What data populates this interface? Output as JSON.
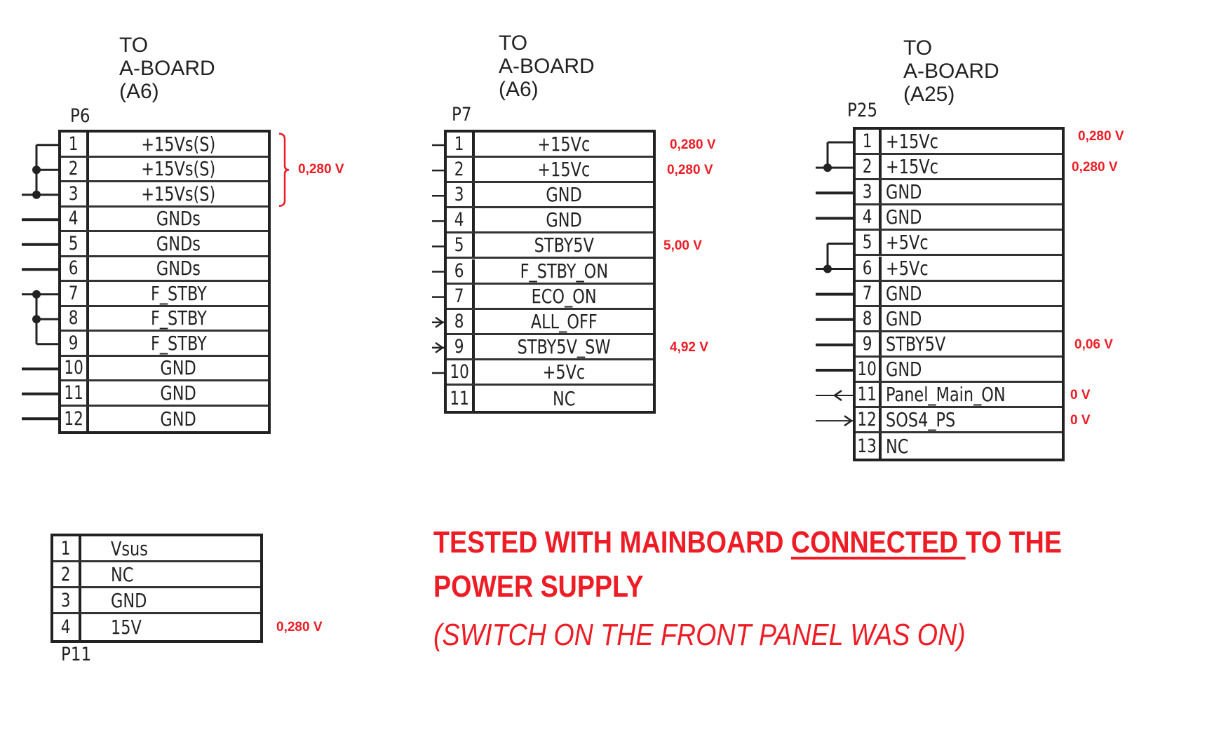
{
  "connectors": [
    {
      "id": "P6",
      "title": [
        "TO",
        "A-BOARD",
        "(A6)"
      ],
      "pins": [
        {
          "num": "1",
          "name": "+15Vs(S)"
        },
        {
          "num": "2",
          "name": "+15Vs(S)"
        },
        {
          "num": "3",
          "name": "+15Vs(S)"
        },
        {
          "num": "4",
          "name": "GNDs"
        },
        {
          "num": "5",
          "name": "GNDs"
        },
        {
          "num": "6",
          "name": "GNDs"
        },
        {
          "num": "7",
          "name": "F_STBY"
        },
        {
          "num": "8",
          "name": "F_STBY"
        },
        {
          "num": "9",
          "name": "F_STBY"
        },
        {
          "num": "10",
          "name": "GND"
        },
        {
          "num": "11",
          "name": "GND"
        },
        {
          "num": "12",
          "name": "GND"
        }
      ],
      "group_voltage": "0,280 V"
    },
    {
      "id": "P7",
      "title": [
        "TO",
        "A-BOARD",
        "(A6)"
      ],
      "pins": [
        {
          "num": "1",
          "name": "+15Vc",
          "voltage": "0,280 V"
        },
        {
          "num": "2",
          "name": "+15Vc",
          "voltage": "0,280 V"
        },
        {
          "num": "3",
          "name": "GND"
        },
        {
          "num": "4",
          "name": "GND"
        },
        {
          "num": "5",
          "name": "STBY5V",
          "voltage": "5,00 V"
        },
        {
          "num": "6",
          "name": "F_STBY_ON"
        },
        {
          "num": "7",
          "name": "ECO_ON"
        },
        {
          "num": "8",
          "name": "ALL_OFF"
        },
        {
          "num": "9",
          "name": "STBY5V_SW",
          "voltage": "4,92 V"
        },
        {
          "num": "10",
          "name": "+5Vc"
        },
        {
          "num": "11",
          "name": "NC"
        }
      ]
    },
    {
      "id": "P25",
      "title": [
        "TO",
        "A-BOARD",
        "(A25)"
      ],
      "pins": [
        {
          "num": "1",
          "name": "+15Vc",
          "voltage": "0,280 V"
        },
        {
          "num": "2",
          "name": "+15Vc",
          "voltage": "0,280 V"
        },
        {
          "num": "3",
          "name": "GND"
        },
        {
          "num": "4",
          "name": "GND"
        },
        {
          "num": "5",
          "name": "+5Vc"
        },
        {
          "num": "6",
          "name": "+5Vc"
        },
        {
          "num": "7",
          "name": "GND"
        },
        {
          "num": "8",
          "name": "GND"
        },
        {
          "num": "9",
          "name": "STBY5V",
          "voltage": "0,06 V"
        },
        {
          "num": "10",
          "name": "GND"
        },
        {
          "num": "11",
          "name": "Panel_Main_ON",
          "voltage": "0 V"
        },
        {
          "num": "12",
          "name": "SOS4_PS",
          "voltage": "0 V"
        },
        {
          "num": "13",
          "name": "NC"
        }
      ]
    },
    {
      "id": "P11",
      "title": [],
      "pins": [
        {
          "num": "1",
          "name": "Vsus"
        },
        {
          "num": "2",
          "name": "NC"
        },
        {
          "num": "3",
          "name": "GND"
        },
        {
          "num": "4",
          "name": "15V",
          "voltage": "0,280 V"
        }
      ]
    }
  ],
  "note": {
    "line1_before": "TESTED WITH MAINBOARD ",
    "line1_underlined": "CONNECTED ",
    "line1_after": "TO THE",
    "line2": "POWER SUPPLY",
    "line3": "(SWITCH ON THE FRONT PANEL WAS ON)"
  },
  "colors": {
    "annotation": "#ee1c25",
    "schematic": "#222222"
  }
}
